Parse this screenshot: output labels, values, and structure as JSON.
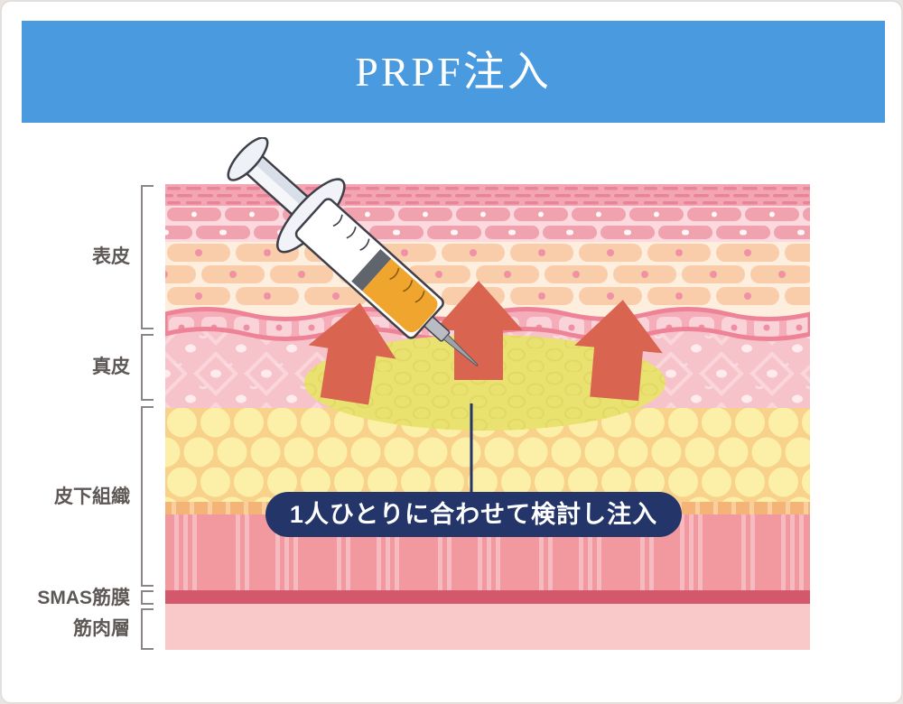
{
  "page": {
    "title": "PRPF注入"
  },
  "layers": {
    "epidermis": "表皮",
    "dermis": "真皮",
    "subcutaneous": "皮下組織",
    "smas": "SMAS筋膜",
    "muscle": "筋肉層"
  },
  "callout": {
    "text": "1人ひとりに合わせて検討し注入"
  },
  "icons": {
    "syringe": "syringe-icon",
    "up_arrow": "up-arrow-icon",
    "injection_area": "injected-prp-ellipse"
  },
  "colors": {
    "banner_blue": "#4a9ae0",
    "callout_navy": "#243569",
    "arrow_red": "#d96450",
    "smas_band": "#d4586c",
    "muscle_layer": "#f9c8c8",
    "prp_liquid": "#f0a62e",
    "injection_yellow": "#e9e170",
    "label_text": "#5d5855"
  }
}
